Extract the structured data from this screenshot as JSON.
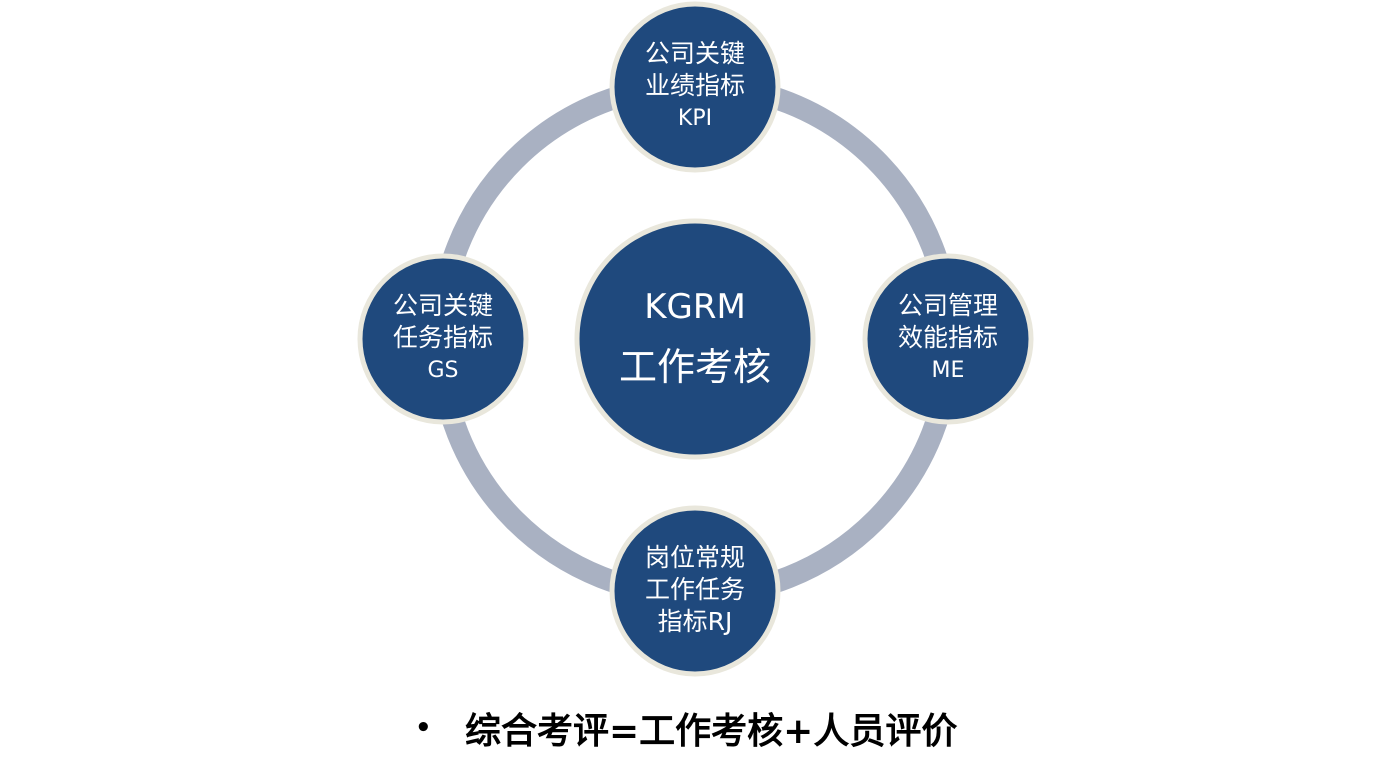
{
  "diagram": {
    "center": {
      "title": "KGRM",
      "subtitle": "工作考核"
    },
    "nodes": {
      "top": {
        "lines": [
          "公司关键",
          "业绩指标",
          "KPI"
        ]
      },
      "right": {
        "lines": [
          "公司管理",
          "效能指标",
          "ME"
        ]
      },
      "bottom": {
        "lines": [
          "岗位常规",
          "工作任务",
          "指标RJ"
        ]
      },
      "left": {
        "lines": [
          "公司关键",
          "任务指标",
          "GS"
        ]
      }
    },
    "colors": {
      "node_fill": "#1f497d",
      "node_border": "#e9e7dc",
      "ring": "#a9b1c2",
      "text": "#ffffff"
    }
  },
  "caption": {
    "bullet": "•",
    "text": "综合考评=工作考核+人员评价"
  }
}
